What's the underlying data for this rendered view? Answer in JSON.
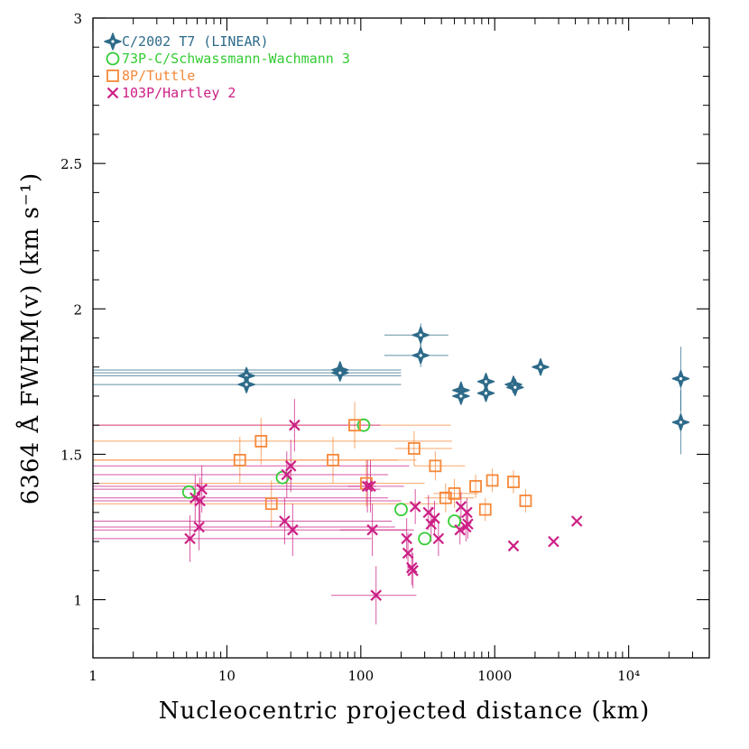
{
  "chart_data": {
    "type": "scatter",
    "xlabel": "Nucleocentric projected distance (km)",
    "ylabel": "6364 Å FWHM(v) (km s⁻¹)",
    "xscale": "log",
    "xlim": [
      1,
      40000
    ],
    "ylim": [
      0.8,
      3.0
    ],
    "xticks": [
      1,
      10,
      100,
      1000,
      10000
    ],
    "xtick_labels": [
      "1",
      "10",
      "100",
      "1000",
      "10⁴"
    ],
    "yticks": [
      1,
      1.5,
      2,
      2.5,
      3
    ],
    "ytick_labels": [
      "1",
      "1.5",
      "2",
      "2.5",
      "3"
    ],
    "grid": false,
    "legend_position": "top-left",
    "series": [
      {
        "name": "C/2002 T7 (LINEAR)",
        "marker": "star4",
        "color": "#2e6b8a",
        "points": [
          {
            "x": 14,
            "y": 1.77,
            "xerr": [
              1,
              200
            ],
            "yerr": 0.025
          },
          {
            "x": 14,
            "y": 1.74,
            "xerr": [
              1,
              200
            ],
            "yerr": 0.025
          },
          {
            "x": 70,
            "y": 1.79,
            "xerr": [
              1,
              200
            ],
            "yerr": 0.025
          },
          {
            "x": 70,
            "y": 1.78,
            "xerr": [
              1,
              200
            ],
            "yerr": 0.025
          },
          {
            "x": 280,
            "y": 1.91,
            "xerr": [
              150,
              450
            ],
            "yerr": 0.04
          },
          {
            "x": 280,
            "y": 1.84,
            "xerr": [
              150,
              450
            ],
            "yerr": 0.04
          },
          {
            "x": 560,
            "y": 1.72,
            "yerr": 0.03
          },
          {
            "x": 560,
            "y": 1.7,
            "yerr": 0.03
          },
          {
            "x": 860,
            "y": 1.75,
            "yerr": 0.03
          },
          {
            "x": 860,
            "y": 1.71,
            "yerr": 0.03
          },
          {
            "x": 1380,
            "y": 1.74,
            "yerr": 0.025
          },
          {
            "x": 1420,
            "y": 1.73,
            "yerr": 0.025
          },
          {
            "x": 2200,
            "y": 1.8,
            "yerr": 0.025
          },
          {
            "x": 24500,
            "y": 1.76,
            "yerr": 0.11
          },
          {
            "x": 24500,
            "y": 1.61,
            "yerr": 0.11
          }
        ]
      },
      {
        "name": "73P-C/Schwassmann-Wachmann 3",
        "marker": "circle",
        "color": "#33cc33",
        "points": [
          {
            "x": 5.2,
            "y": 1.37
          },
          {
            "x": 26,
            "y": 1.42
          },
          {
            "x": 105,
            "y": 1.6
          },
          {
            "x": 200,
            "y": 1.31
          },
          {
            "x": 300,
            "y": 1.21
          },
          {
            "x": 500,
            "y": 1.27
          }
        ]
      },
      {
        "name": "8P/Tuttle",
        "marker": "square",
        "color": "#f5883a",
        "points": [
          {
            "x": 12.5,
            "y": 1.48,
            "xerr": [
              1,
              190
            ],
            "yerr": 0.08
          },
          {
            "x": 18,
            "y": 1.545,
            "xerr": [
              1,
              480
            ],
            "yerr": 0.08
          },
          {
            "x": 21.5,
            "y": 1.33,
            "xerr": [
              1,
              380
            ],
            "yerr": 0.08
          },
          {
            "x": 62,
            "y": 1.48,
            "xerr": [
              1,
              260
            ],
            "yerr": 0.08
          },
          {
            "x": 90,
            "y": 1.6,
            "xerr": [
              1,
              470
            ],
            "yerr": 0.08
          },
          {
            "x": 110,
            "y": 1.4,
            "xerr": [
              1,
              300
            ],
            "yerr": 0.08
          },
          {
            "x": 250,
            "y": 1.52,
            "xerr": [
              180,
              480
            ],
            "yerr": 0.06
          },
          {
            "x": 360,
            "y": 1.46,
            "xerr": [
              250,
              600
            ],
            "yerr": 0.05
          },
          {
            "x": 430,
            "y": 1.35,
            "xerr": [
              300,
              700
            ],
            "yerr": 0.05
          },
          {
            "x": 500,
            "y": 1.365,
            "xerr": [
              350,
              750
            ],
            "yerr": 0.05
          },
          {
            "x": 720,
            "y": 1.39,
            "yerr": 0.04
          },
          {
            "x": 850,
            "y": 1.31,
            "yerr": 0.04
          },
          {
            "x": 960,
            "y": 1.41,
            "yerr": 0.04
          },
          {
            "x": 1380,
            "y": 1.405,
            "yerr": 0.04
          },
          {
            "x": 1700,
            "y": 1.34,
            "yerr": 0.04
          }
        ]
      },
      {
        "name": "103P/Hartley 2",
        "marker": "cross",
        "color": "#cc1f85",
        "points": [
          {
            "x": 5.3,
            "y": 1.21,
            "xerr": [
              1,
              120
            ],
            "yerr": 0.08
          },
          {
            "x": 5.8,
            "y": 1.35,
            "xerr": [
              1,
              160
            ],
            "yerr": 0.08
          },
          {
            "x": 6.2,
            "y": 1.25,
            "xerr": [
              1,
              180
            ],
            "yerr": 0.08
          },
          {
            "x": 6.3,
            "y": 1.34,
            "xerr": [
              1,
              200
            ],
            "yerr": 0.08
          },
          {
            "x": 6.5,
            "y": 1.38,
            "xerr": [
              1,
              140
            ],
            "yerr": 0.08
          },
          {
            "x": 27,
            "y": 1.27,
            "xerr": [
              1,
              170
            ],
            "yerr": 0.08
          },
          {
            "x": 28,
            "y": 1.43,
            "xerr": [
              1,
              160
            ],
            "yerr": 0.08
          },
          {
            "x": 30,
            "y": 1.46,
            "xerr": [
              1,
              230
            ],
            "yerr": 0.09
          },
          {
            "x": 31,
            "y": 1.24,
            "xerr": [
              1,
              250
            ],
            "yerr": 0.09
          },
          {
            "x": 32,
            "y": 1.6,
            "xerr": [
              1,
              140
            ],
            "yerr": 0.09
          },
          {
            "x": 112,
            "y": 1.39,
            "xerr": [
              1,
              130
            ],
            "yerr": 0.09
          },
          {
            "x": 118,
            "y": 1.39,
            "xerr": [
              80,
              210
            ],
            "yerr": 0.09
          },
          {
            "x": 122,
            "y": 1.24,
            "xerr": [
              70,
              220
            ],
            "yerr": 0.09
          },
          {
            "x": 130,
            "y": 1.015,
            "xerr": [
              60,
              260
            ],
            "yerr": 0.1
          },
          {
            "x": 220,
            "y": 1.21,
            "yerr": 0.07
          },
          {
            "x": 225,
            "y": 1.16,
            "yerr": 0.07
          },
          {
            "x": 240,
            "y": 1.11,
            "yerr": 0.06
          },
          {
            "x": 245,
            "y": 1.1,
            "yerr": 0.06
          },
          {
            "x": 255,
            "y": 1.32,
            "yerr": 0.06
          },
          {
            "x": 320,
            "y": 1.3,
            "yerr": 0.06
          },
          {
            "x": 335,
            "y": 1.26,
            "yerr": 0.06
          },
          {
            "x": 355,
            "y": 1.28,
            "yerr": 0.06
          },
          {
            "x": 380,
            "y": 1.21,
            "yerr": 0.06
          },
          {
            "x": 550,
            "y": 1.24,
            "yerr": 0.05
          },
          {
            "x": 560,
            "y": 1.32,
            "yerr": 0.05
          },
          {
            "x": 610,
            "y": 1.25,
            "yerr": 0.05
          },
          {
            "x": 620,
            "y": 1.3,
            "yerr": 0.05
          },
          {
            "x": 630,
            "y": 1.26,
            "yerr": 0.05
          },
          {
            "x": 1380,
            "y": 1.185
          },
          {
            "x": 2750,
            "y": 1.2
          },
          {
            "x": 4100,
            "y": 1.27
          }
        ]
      }
    ]
  }
}
